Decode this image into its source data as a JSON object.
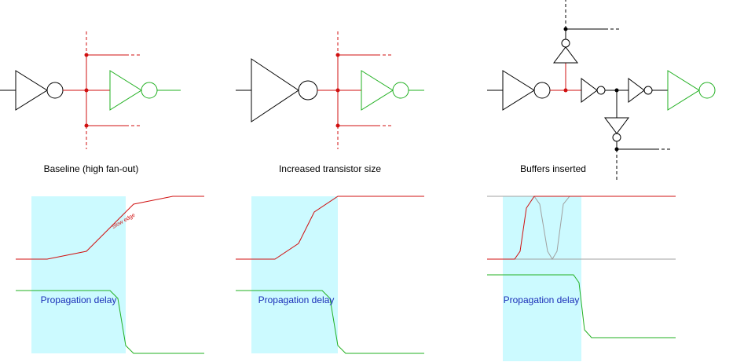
{
  "colors": {
    "wire": "#000000",
    "net": "#d01010",
    "output": "#22b022",
    "ghost": "#a0a0a0",
    "delay_fill": "#ccfaff",
    "delay_text": "#1a2eb8"
  },
  "panels": [
    {
      "caption": "Baseline (high fan-out)",
      "delay_label": "Propagation delay",
      "note": "Slow edge"
    },
    {
      "caption": "Increased transistor size",
      "delay_label": "Propagation delay"
    },
    {
      "caption": "Buffers inserted",
      "delay_label": "Propagation delay"
    }
  ]
}
